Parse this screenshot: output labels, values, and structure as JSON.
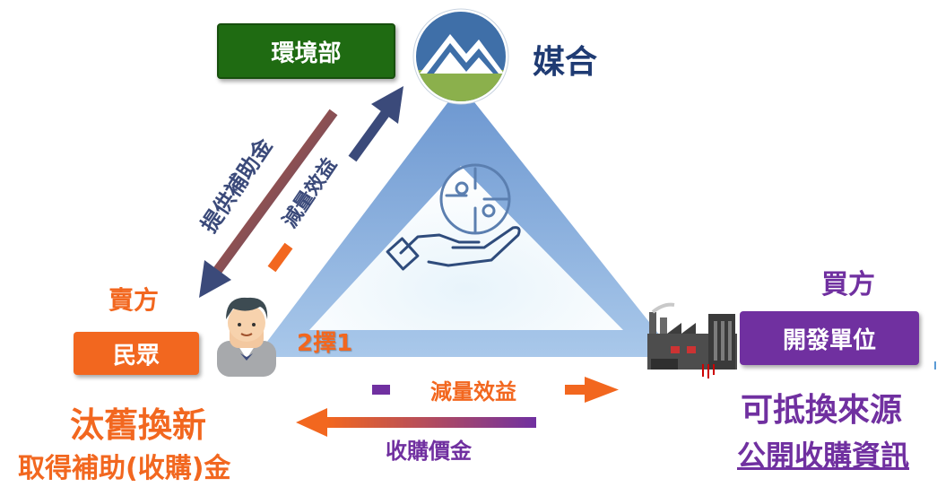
{
  "colors": {
    "green_box": "#1f6b12",
    "orange": "#f2671f",
    "purple": "#7030a0",
    "navy": "#3b4a7a",
    "triangle": "#8fb4df",
    "gold": "#f5b183"
  },
  "top": {
    "agency_label": "環境部",
    "matchmaking_label": "媒合"
  },
  "left": {
    "seller_role": "賣方",
    "seller_name": "民眾",
    "action_line1": "汰舊換新",
    "action_line2": "取得補助(收購)金"
  },
  "right": {
    "buyer_role": "買方",
    "buyer_name": "開發單位",
    "info_line1": "可抵換來源",
    "info_line2": "公開收購資訊"
  },
  "diagonal": {
    "subsidy_label": "提供補助金",
    "reduction_label": "減量效益"
  },
  "bottom": {
    "reduction_label": "減量效益",
    "purchase_label": "收購價金"
  },
  "center": {
    "choice_label": "2擇1"
  },
  "icons": [
    "agency-logo-icon",
    "handshake-puzzle-icon",
    "person-icon",
    "factory-icon"
  ]
}
